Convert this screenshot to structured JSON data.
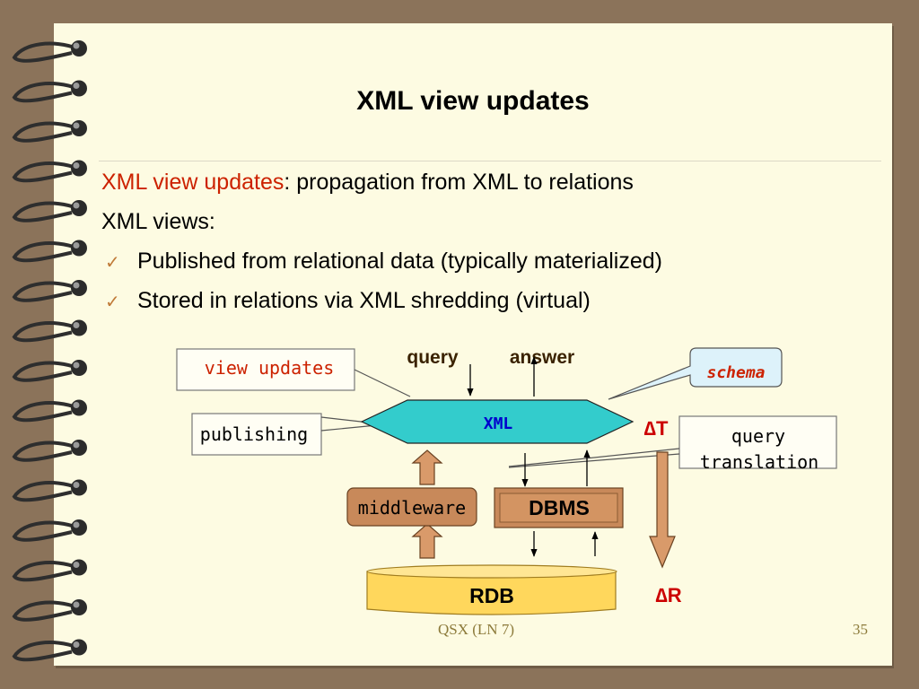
{
  "title": "XML  view updates",
  "bullets": {
    "line1_highlight": "XML view updates",
    "line1_rest": ": propagation from XML to relations",
    "line2": "XML views:",
    "items": [
      "Published from relational data (typically materialized)",
      "Stored in relations via XML shredding (virtual)"
    ],
    "check_glyph": "✓"
  },
  "diagram": {
    "query": "query",
    "answer": "answer",
    "view_updates": "view updates",
    "schema": "schema",
    "xml": "XML",
    "publishing": "publishing",
    "delta_t": "∆T",
    "query_translation_1": "query",
    "query_translation_2": "translation",
    "middleware": "middleware",
    "dbms": "DBMS",
    "rdb": "RDB",
    "delta_r": "∆R"
  },
  "footer": {
    "center": "QSX  (LN 7)",
    "page_number": "35"
  },
  "colors": {
    "background": "#8b735a",
    "page": "#fdfbe2",
    "xml_fill": "#33cccc",
    "box_brown": "#c8895a",
    "rdb_fill": "#ffd75c",
    "accent_red": "#cc2200",
    "schema_bubble": "#ddf2fa"
  }
}
